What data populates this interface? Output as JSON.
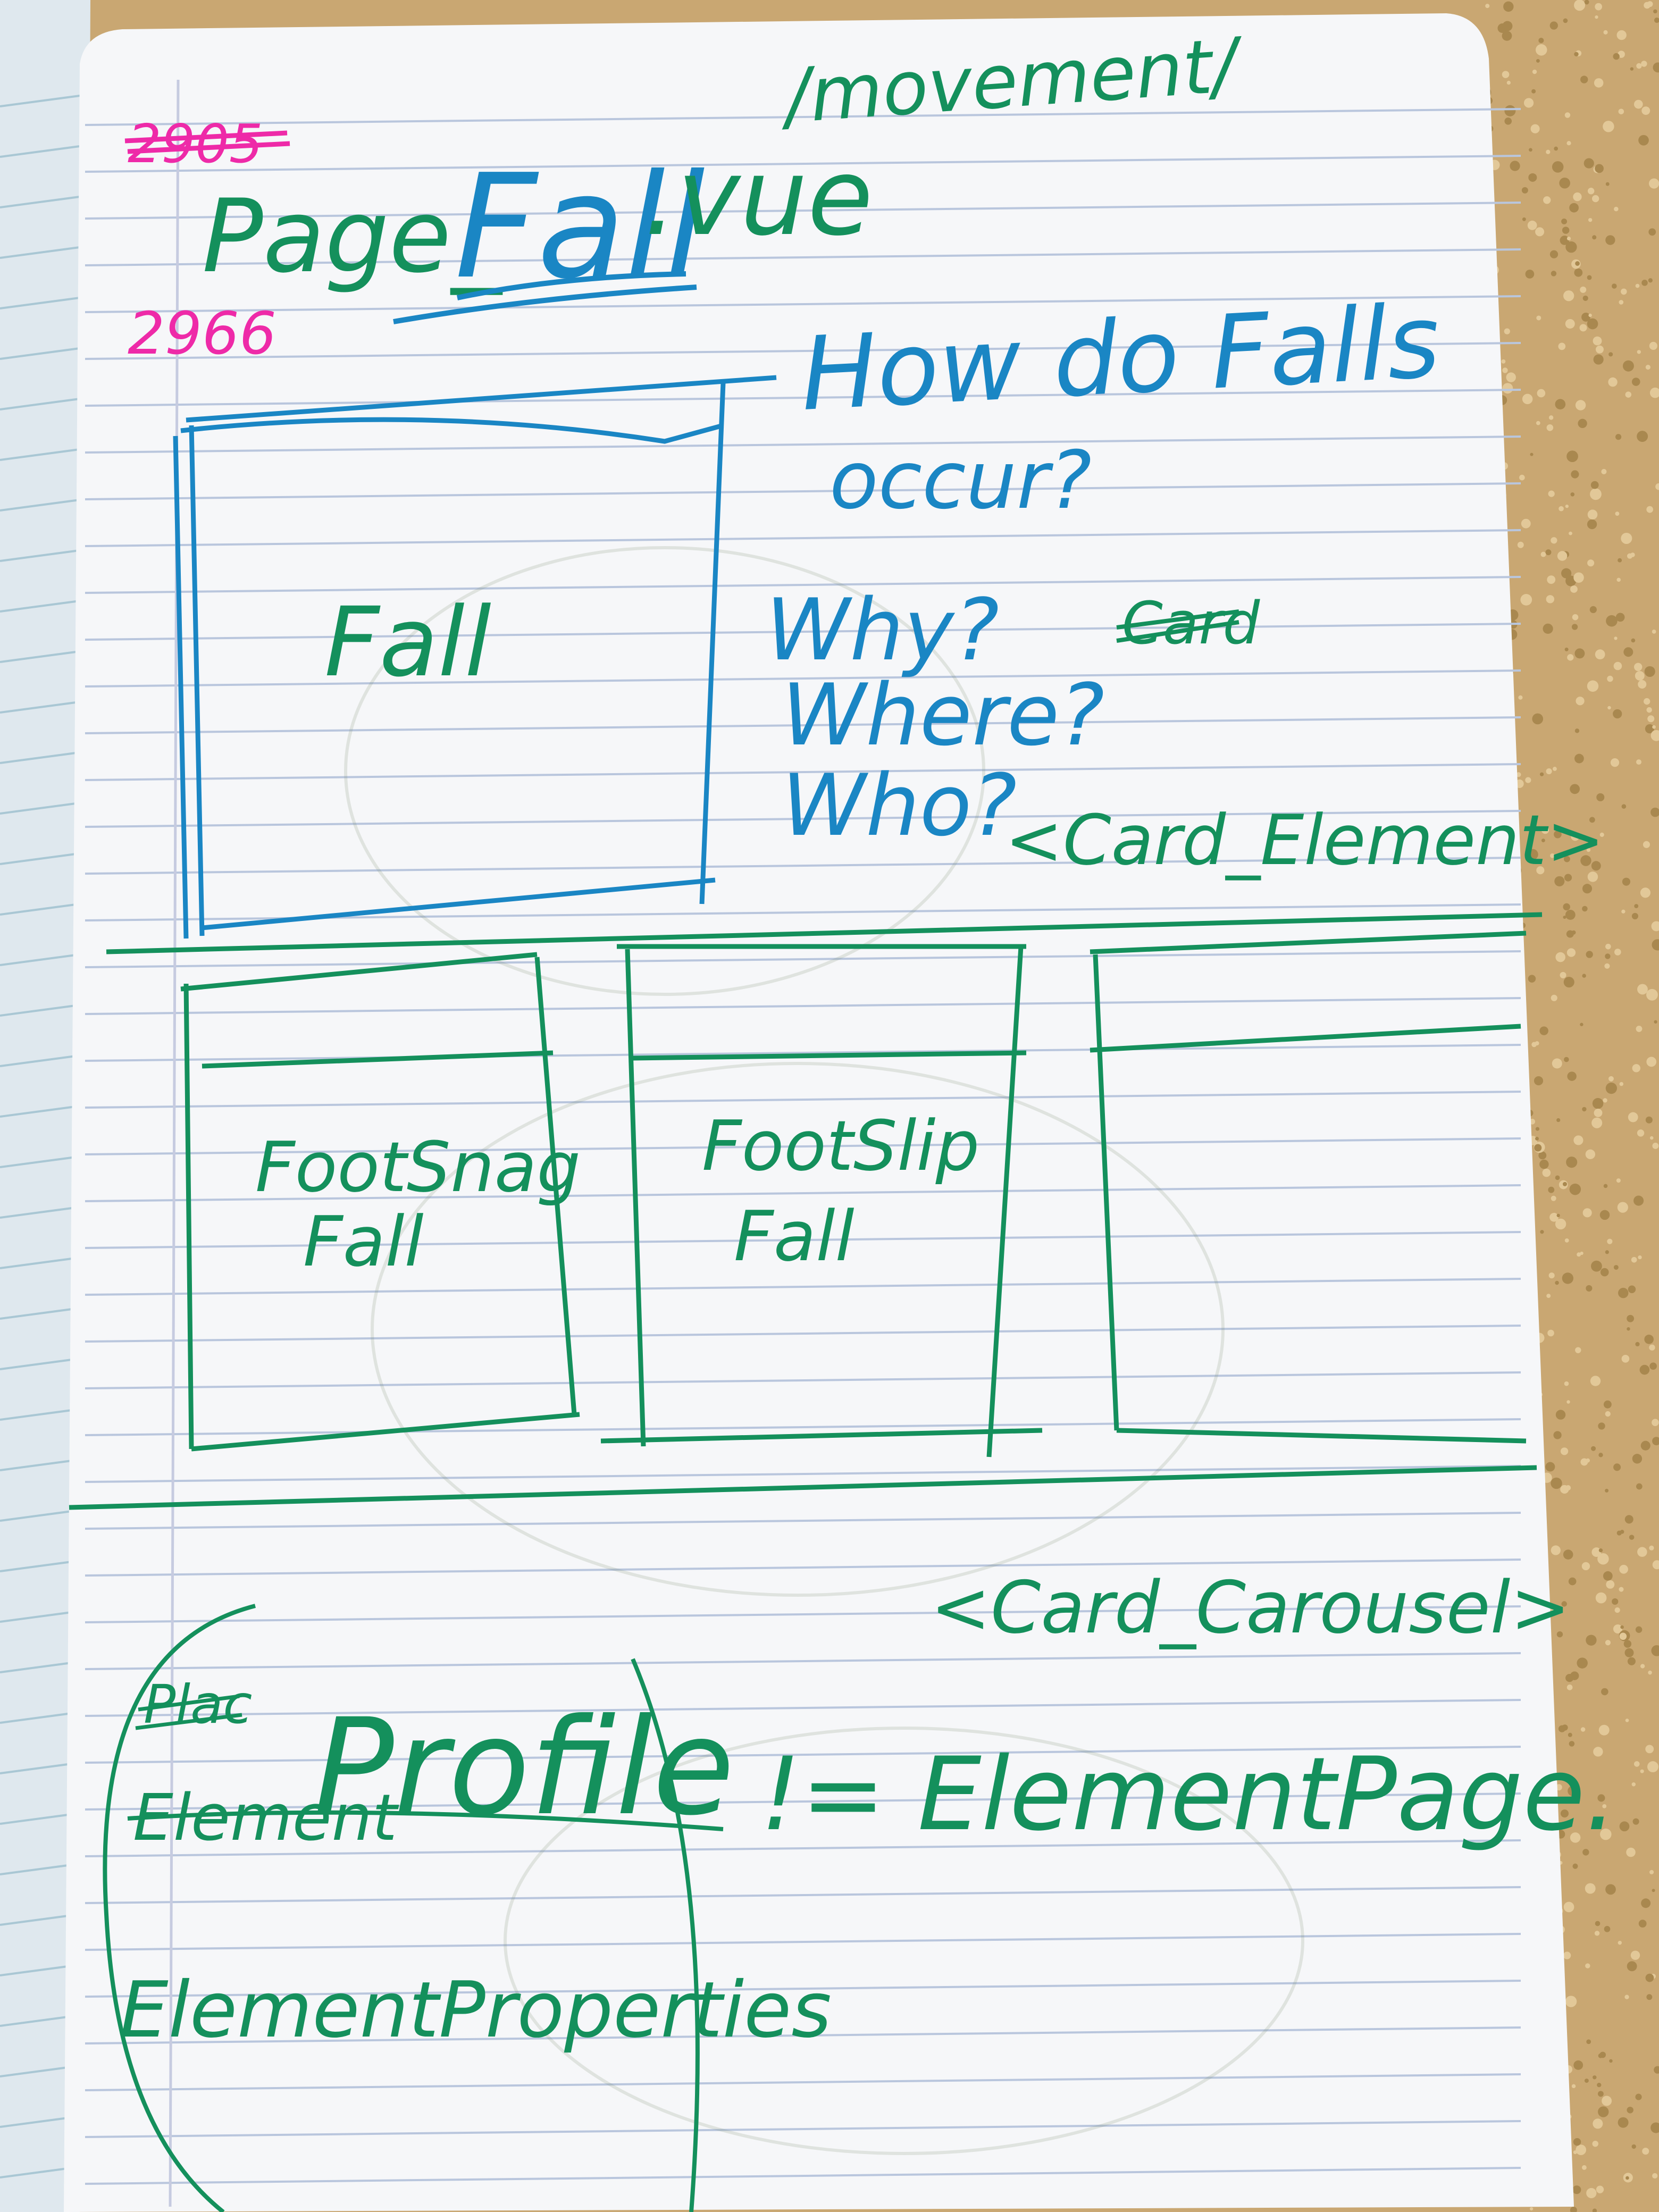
{
  "colors": {
    "countertop": "#c9a772",
    "paper": "#f6f7f9",
    "rule_line": "#b9c6dd",
    "margin_line": "#c6cbe0",
    "green_ink": "#14905c",
    "blue_ink": "#1a86c4",
    "pink_ink": "#ee2aa8"
  },
  "notes": {
    "route": "/movement/",
    "struck_number": "2905",
    "page_prefix": "Page_",
    "page_name": "Fall",
    "page_ext": ".vue",
    "number": "2966",
    "question_line1": "How do Falls",
    "question_line2": "occur?",
    "why": "Why?",
    "where": "Where?",
    "who": "Who?",
    "struck_card": "Card",
    "card_element_tag": "<Card_Element>",
    "hero_label": "Fall",
    "card1_line1": "FootSnag",
    "card1_line2": "Fall",
    "card2_line1": "FootSlip",
    "card2_line2": "Fall",
    "card_carousel_tag": "<Card_Carousel>",
    "struck_small": "Plac",
    "struck_element": "Element",
    "profile": "Profile",
    "equals_element_page": "!= ElementPage.",
    "element_properties": "ElementProperties"
  }
}
